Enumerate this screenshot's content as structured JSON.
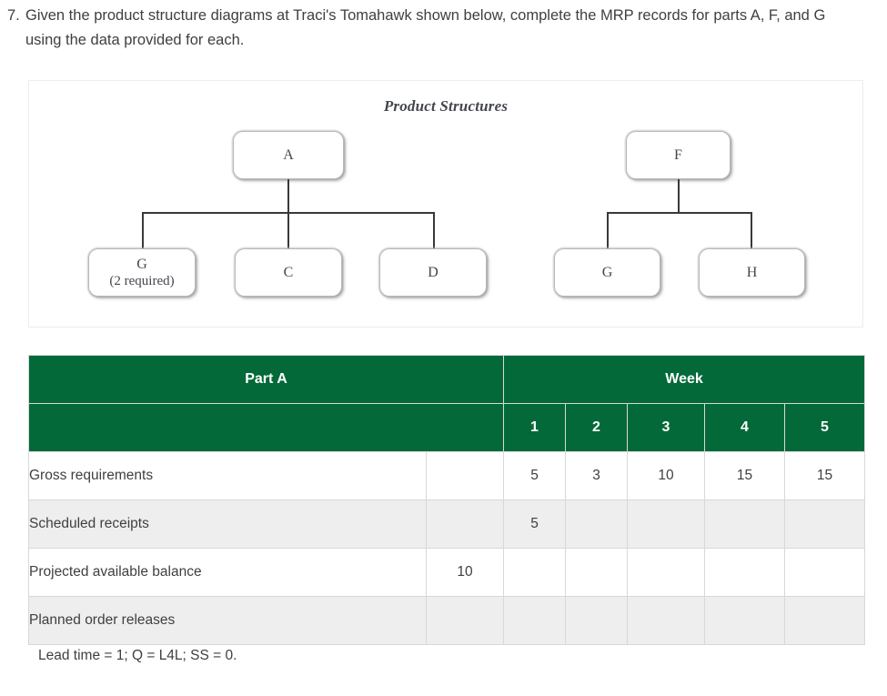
{
  "question": {
    "number": "7.",
    "text": "Given the product structure diagrams at Traci's Tomahawk shown below, complete the MRP records for parts A, F, and G using the data provided for each."
  },
  "diagram": {
    "title": "Product Structures",
    "trees": [
      {
        "root": {
          "label": "A",
          "sub": ""
        },
        "children": [
          {
            "label": "G",
            "sub": "(2 required)"
          },
          {
            "label": "C",
            "sub": ""
          },
          {
            "label": "D",
            "sub": ""
          }
        ]
      },
      {
        "root": {
          "label": "F",
          "sub": ""
        },
        "children": [
          {
            "label": "G",
            "sub": ""
          },
          {
            "label": "H",
            "sub": ""
          }
        ]
      }
    ]
  },
  "table": {
    "part_title": "Part A",
    "week_title": "Week",
    "week_numbers": [
      "1",
      "2",
      "3",
      "4",
      "5"
    ],
    "header_color": "#046938",
    "rows": [
      {
        "label": "Gross requirements",
        "prior": "",
        "values": [
          "5",
          "3",
          "10",
          "15",
          "15"
        ]
      },
      {
        "label": "Scheduled receipts",
        "prior": "",
        "values": [
          "5",
          "",
          "",
          "",
          ""
        ]
      },
      {
        "label": "Projected available balance",
        "prior": "10",
        "values": [
          "",
          "",
          "",
          "",
          ""
        ]
      },
      {
        "label": "Planned order releases",
        "prior": "",
        "values": [
          "",
          "",
          "",
          "",
          ""
        ]
      }
    ],
    "note": "Lead time = 1; Q = L4L; SS = 0."
  }
}
